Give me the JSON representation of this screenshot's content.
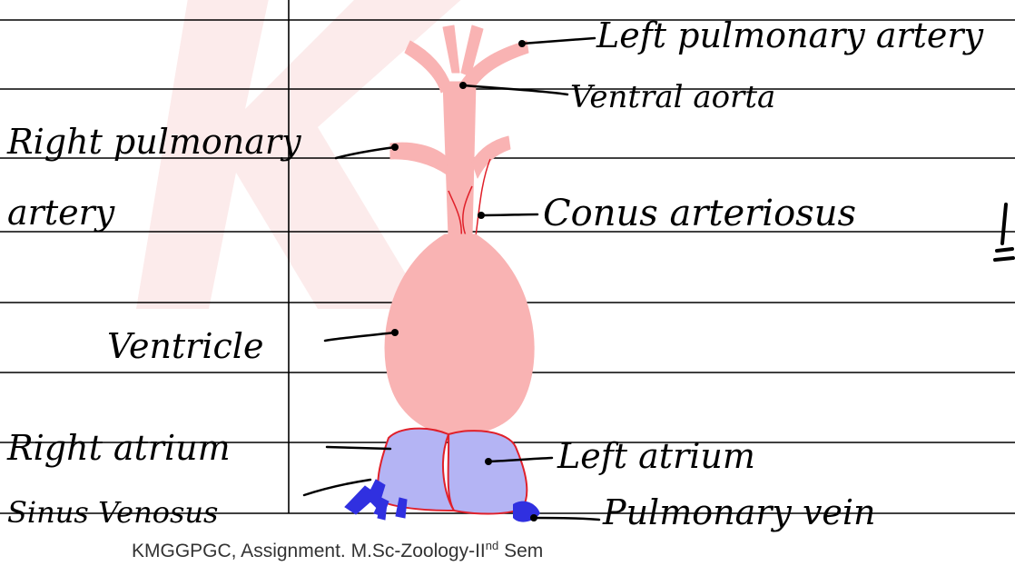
{
  "labels": {
    "left_pulmonary_artery": "Left pulmonary artery",
    "ventral_aorta": "Ventral aorta",
    "right_pulmonary_artery_line1": "Right pulmonary",
    "right_pulmonary_artery_line2": "artery",
    "conus_arteriosus": "Conus arteriosus",
    "ventricle": "Ventricle",
    "right_atrium": "Right atrium",
    "left_atrium": "Left atrium",
    "sinus_venosus": "Sinus Venosus",
    "pulmonary_vein": "Pulmonary vein"
  },
  "footer": {
    "text": "KMGGPGC, Assignment. M.Sc-Zoology-II",
    "superscript": "nd",
    "suffix": " Sem"
  },
  "colors": {
    "heart_fill": "#f9b3b3",
    "atrium_fill": "#b4b4f4",
    "outline": "#e0202a",
    "sinus_veins": "#3030e0",
    "ruled_lines": "#000000",
    "watermark": "#fce6e6"
  }
}
